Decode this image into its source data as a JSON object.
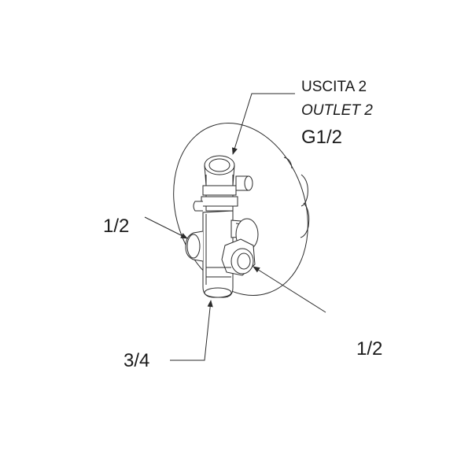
{
  "outlet_callout": {
    "line1": "USCITA 2",
    "line2": "OUTLET 2",
    "line3": "G1/2"
  },
  "left_inlet_size": "1/2",
  "bottom_inlet_size": "3/4",
  "right_outlet_size": "1/2",
  "colors": {
    "stroke": "#2a2a2a",
    "text": "#1a1a1a",
    "background": "#ffffff"
  }
}
